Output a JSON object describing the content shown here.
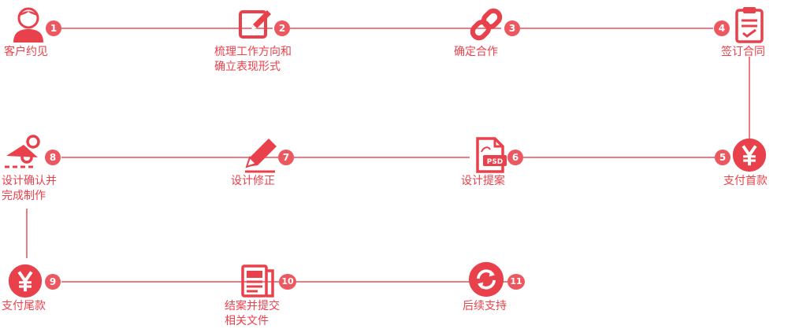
{
  "steps": [
    {
      "num": "1",
      "label": [
        "客户约见"
      ],
      "icon": "user-icon"
    },
    {
      "num": "2",
      "label": [
        "梳理工作方向和",
        "确立表现形式"
      ],
      "icon": "edit-icon"
    },
    {
      "num": "3",
      "label": [
        "确定合作"
      ],
      "icon": "link-icon"
    },
    {
      "num": "4",
      "label": [
        "签订合同"
      ],
      "icon": "clipboard-icon"
    },
    {
      "num": "5",
      "label": [
        "支付首款"
      ],
      "icon": "yen-icon"
    },
    {
      "num": "6",
      "label": [
        "设计提案"
      ],
      "icon": "psd-file-icon"
    },
    {
      "num": "7",
      "label": [
        "设计修正"
      ],
      "icon": "pen-icon"
    },
    {
      "num": "8",
      "label": [
        "设计确认并",
        "完成制作"
      ],
      "icon": "scissors-icon"
    },
    {
      "num": "9",
      "label": [
        "支付尾款"
      ],
      "icon": "yen-icon"
    },
    {
      "num": "10",
      "label": [
        "结案并提交",
        "相关文件"
      ],
      "icon": "document-icon"
    },
    {
      "num": "11",
      "label": [
        "后续支持"
      ],
      "icon": "refresh-icon"
    }
  ],
  "colors": {
    "accent": "#e9414b",
    "line": "#ee7b82"
  }
}
